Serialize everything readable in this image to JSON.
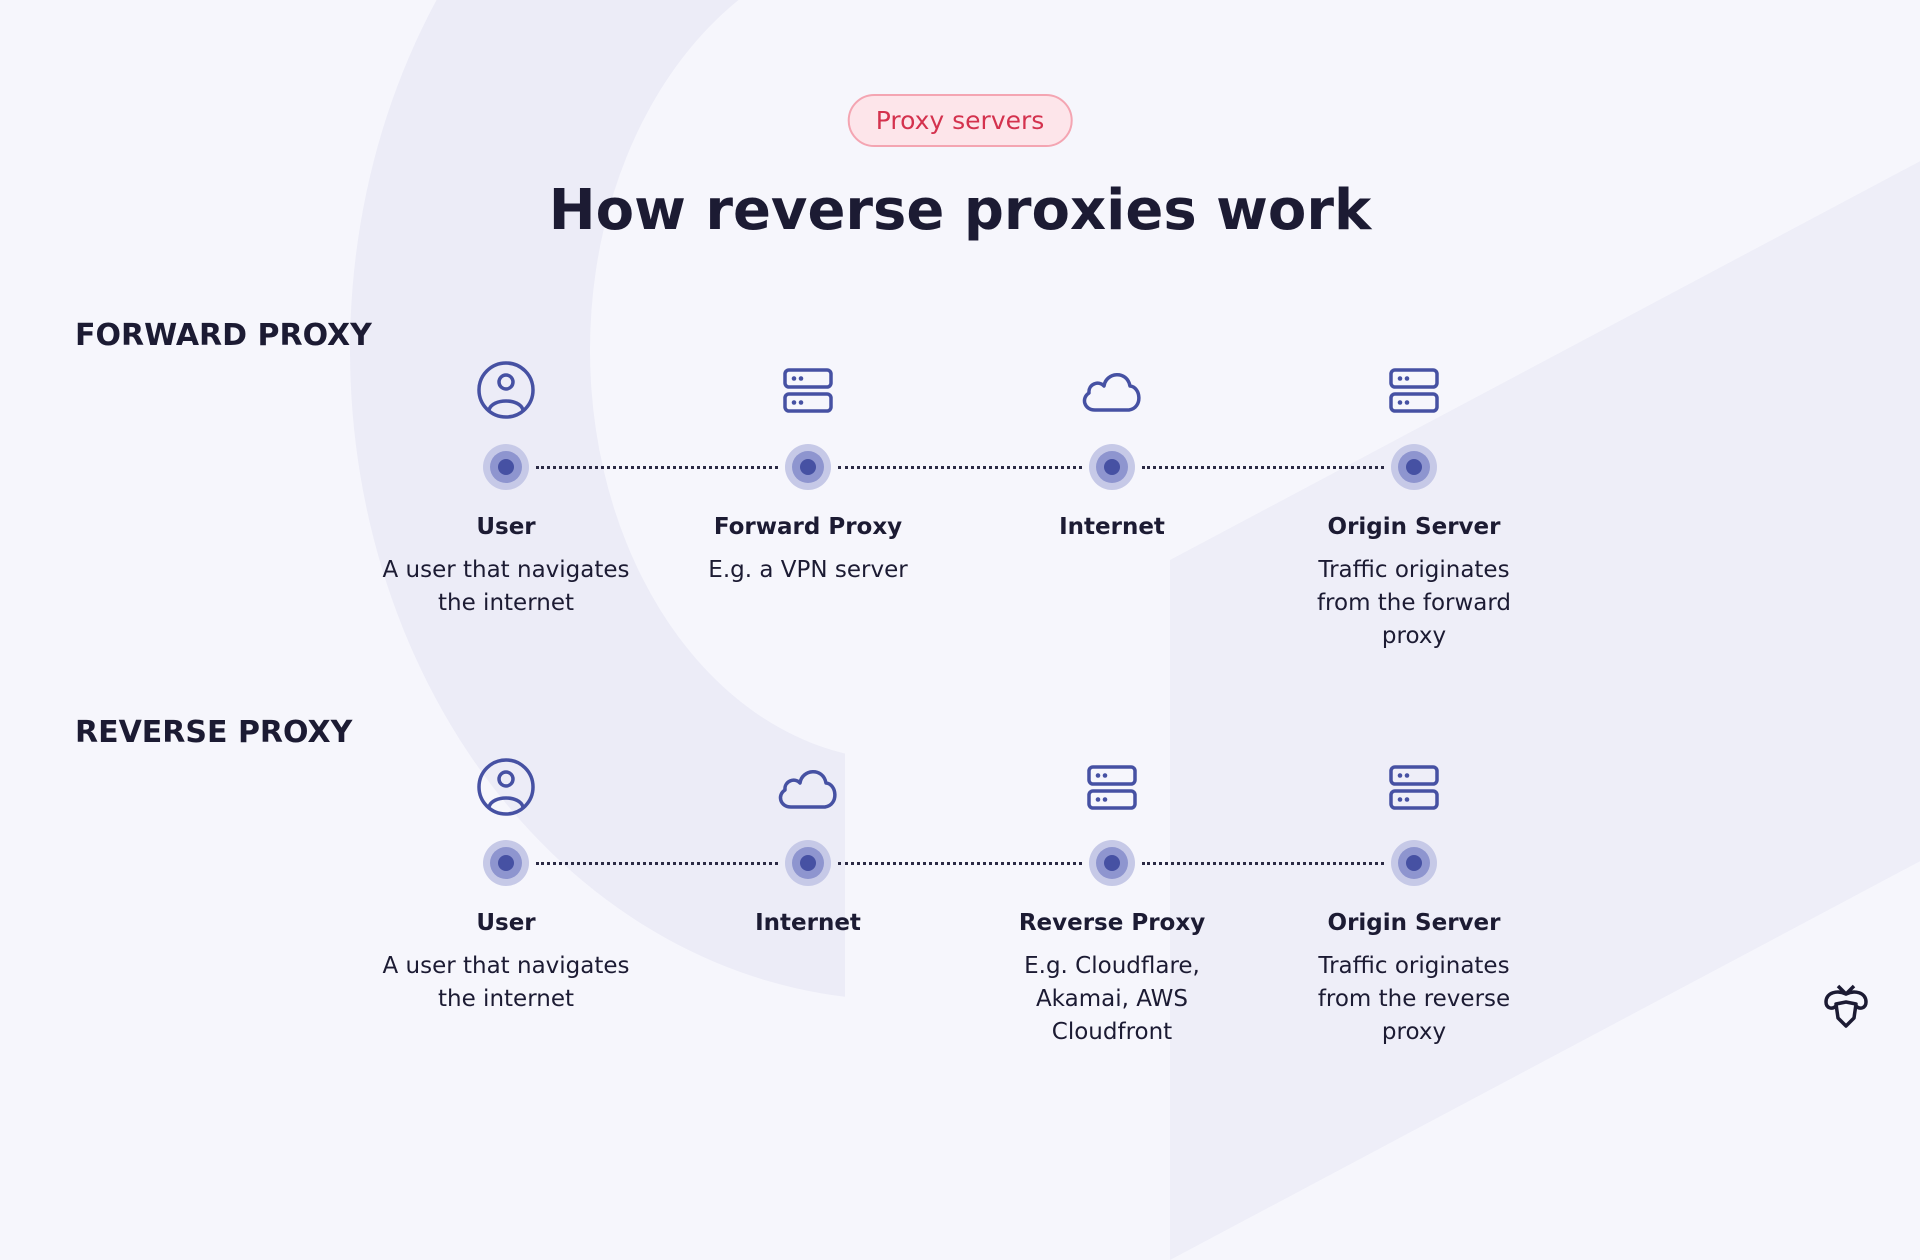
{
  "badge": "Proxy servers",
  "title": "How reverse proxies work",
  "colors": {
    "accent": "#4651a3",
    "badge_text": "#d4324e"
  },
  "forward": {
    "heading": "FORWARD PROXY",
    "nodes": [
      {
        "icon": "user-icon",
        "label": "User",
        "desc": [
          "A user that navigates",
          "the internet"
        ]
      },
      {
        "icon": "server-icon",
        "label": "Forward Proxy",
        "desc": [
          "E.g. a VPN server"
        ]
      },
      {
        "icon": "cloud-icon",
        "label": "Internet",
        "desc": []
      },
      {
        "icon": "server-icon",
        "label": "Origin Server",
        "desc": [
          "Traffic originates",
          "from the forward",
          "proxy"
        ]
      }
    ]
  },
  "reverse": {
    "heading": "REVERSE PROXY",
    "nodes": [
      {
        "icon": "user-icon",
        "label": "User",
        "desc": [
          "A user that navigates",
          "the internet"
        ]
      },
      {
        "icon": "cloud-icon",
        "label": "Internet",
        "desc": []
      },
      {
        "icon": "server-icon",
        "label": "Reverse Proxy",
        "desc": [
          "E.g. Cloudflare,",
          "Akamai, AWS",
          "Cloudfront"
        ]
      },
      {
        "icon": "server-icon",
        "label": "Origin Server",
        "desc": [
          "Traffic originates",
          "from the reverse",
          "proxy"
        ]
      }
    ]
  }
}
